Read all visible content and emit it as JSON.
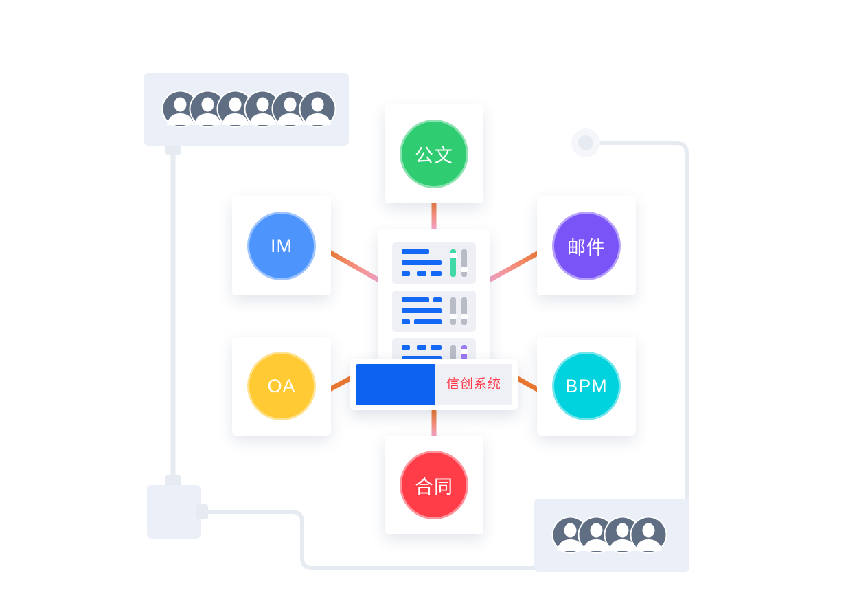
{
  "nodes": {
    "gongwen": {
      "label": "公文",
      "color": "#2fcc71"
    },
    "im": {
      "label": "IM",
      "color": "#4e94fd"
    },
    "youjian": {
      "label": "邮件",
      "color": "#7b54f7"
    },
    "oa": {
      "label": "OA",
      "color": "#ffca33"
    },
    "bpm": {
      "label": "BPM",
      "color": "#00d2de"
    },
    "hetong": {
      "label": "合同",
      "color": "#fe3d49"
    }
  },
  "system": {
    "label": "信创系统",
    "accent": "#0d62f2",
    "label_color": "#ff3b4a"
  },
  "user_groups": {
    "top_left_count": 6,
    "bottom_right_count": 4
  },
  "colors": {
    "line": "#e6eaf1",
    "connector_orange": "#f0792f",
    "connector_pink": "#f5a3c8",
    "avatar": "#5f6e83"
  }
}
